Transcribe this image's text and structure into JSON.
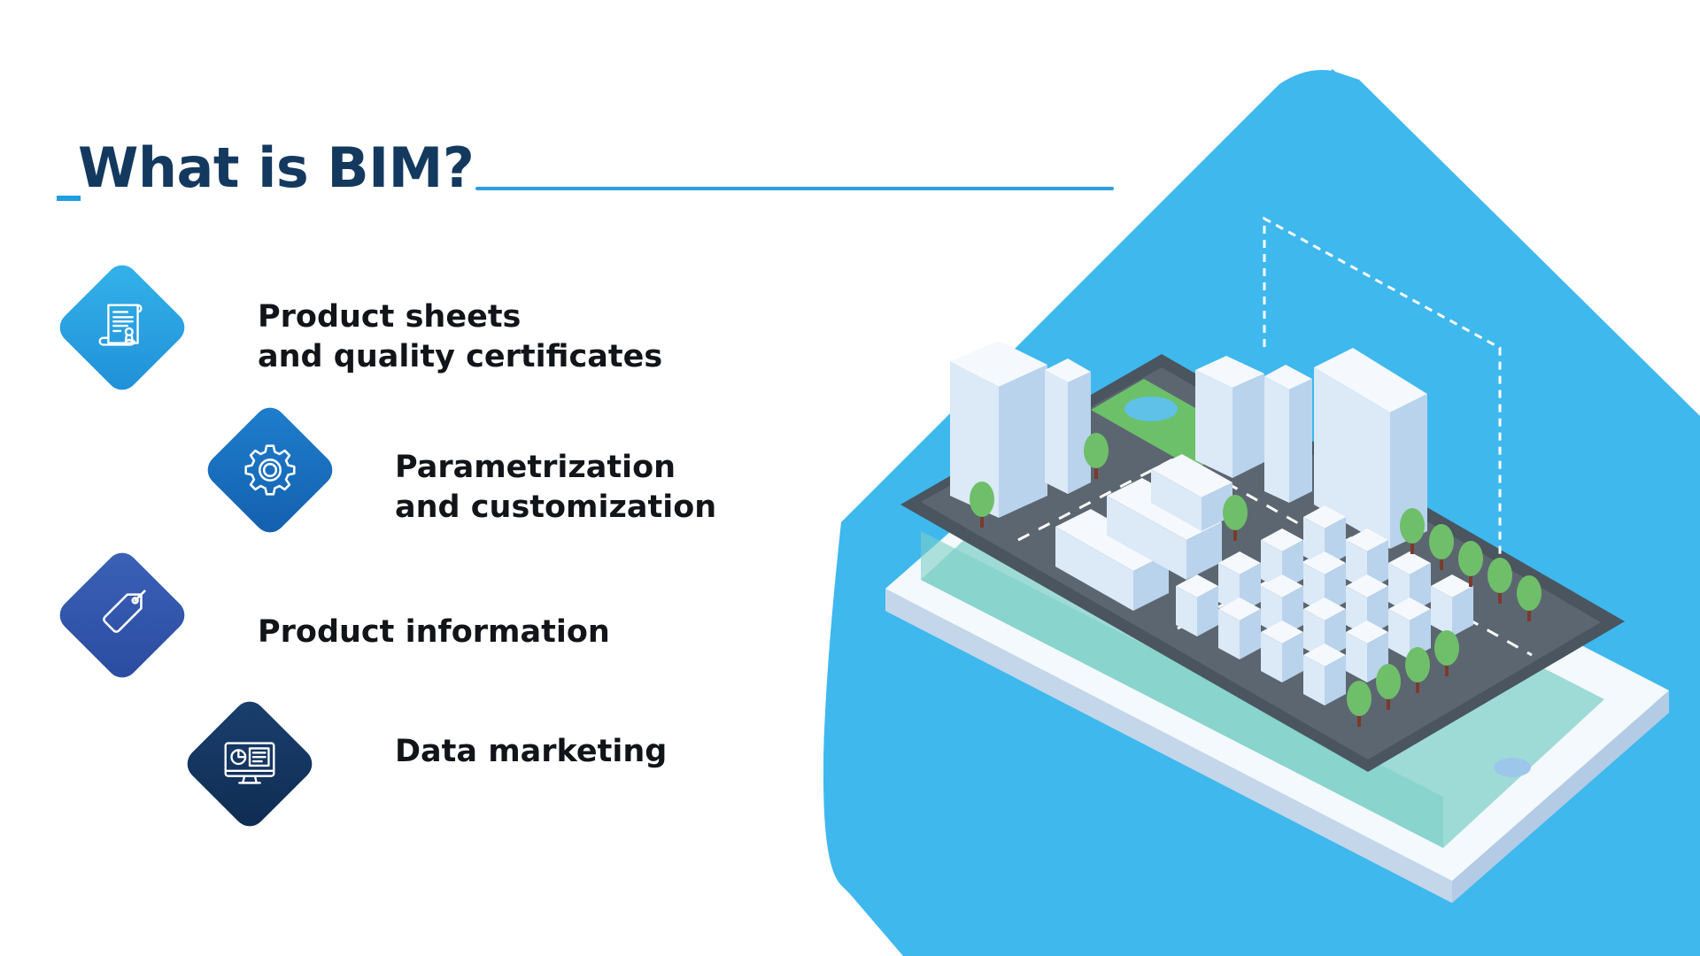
{
  "slide": {
    "title": "What is BIM?",
    "accent_color": "#1f9ee0",
    "title_color": "#13395f"
  },
  "features": [
    {
      "icon": "certificate-document-icon",
      "line1": "Product sheets",
      "line2": "and quality certificates"
    },
    {
      "icon": "gear-icon",
      "line1": "Parametrization",
      "line2": "and customization"
    },
    {
      "icon": "price-tag-icon",
      "line1": "Product information",
      "line2": ""
    },
    {
      "icon": "monitor-analytics-icon",
      "line1": "Data marketing",
      "line2": ""
    }
  ],
  "illustration": {
    "subject": "isometric-city-on-tablet",
    "background_color": "#3fb8ee"
  }
}
